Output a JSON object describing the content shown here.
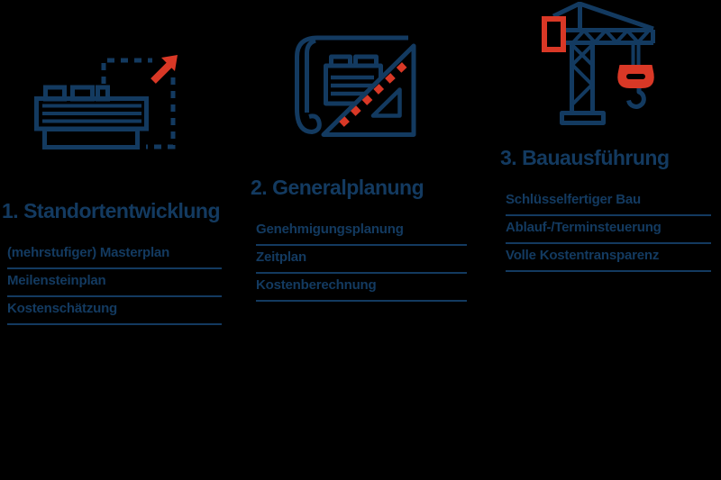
{
  "diagram_title": "construction-process-phases",
  "colors": {
    "navy": "#133A60",
    "red": "#D93826",
    "background": "#000000"
  },
  "columns": [
    {
      "id": "standortentwicklung",
      "icon": "factory-expansion-icon",
      "heading": "1. Standortentwicklung",
      "items": [
        "(mehrstufiger) Masterplan",
        "Meilensteinplan",
        "Kostenschätzung"
      ]
    },
    {
      "id": "generalplanung",
      "icon": "blueprint-set-square-icon",
      "heading": "2. Generalplanung",
      "items": [
        "Genehmigungsplanung",
        "Zeitplan",
        "Kostenberechnung"
      ]
    },
    {
      "id": "bauausfuehrung",
      "icon": "tower-crane-icon",
      "heading": "3. Bauausführung",
      "items": [
        "Schlüsselfertiger Bau",
        "Ablauf-/Terminsteuerung",
        "Volle Kostentransparenz"
      ]
    }
  ]
}
